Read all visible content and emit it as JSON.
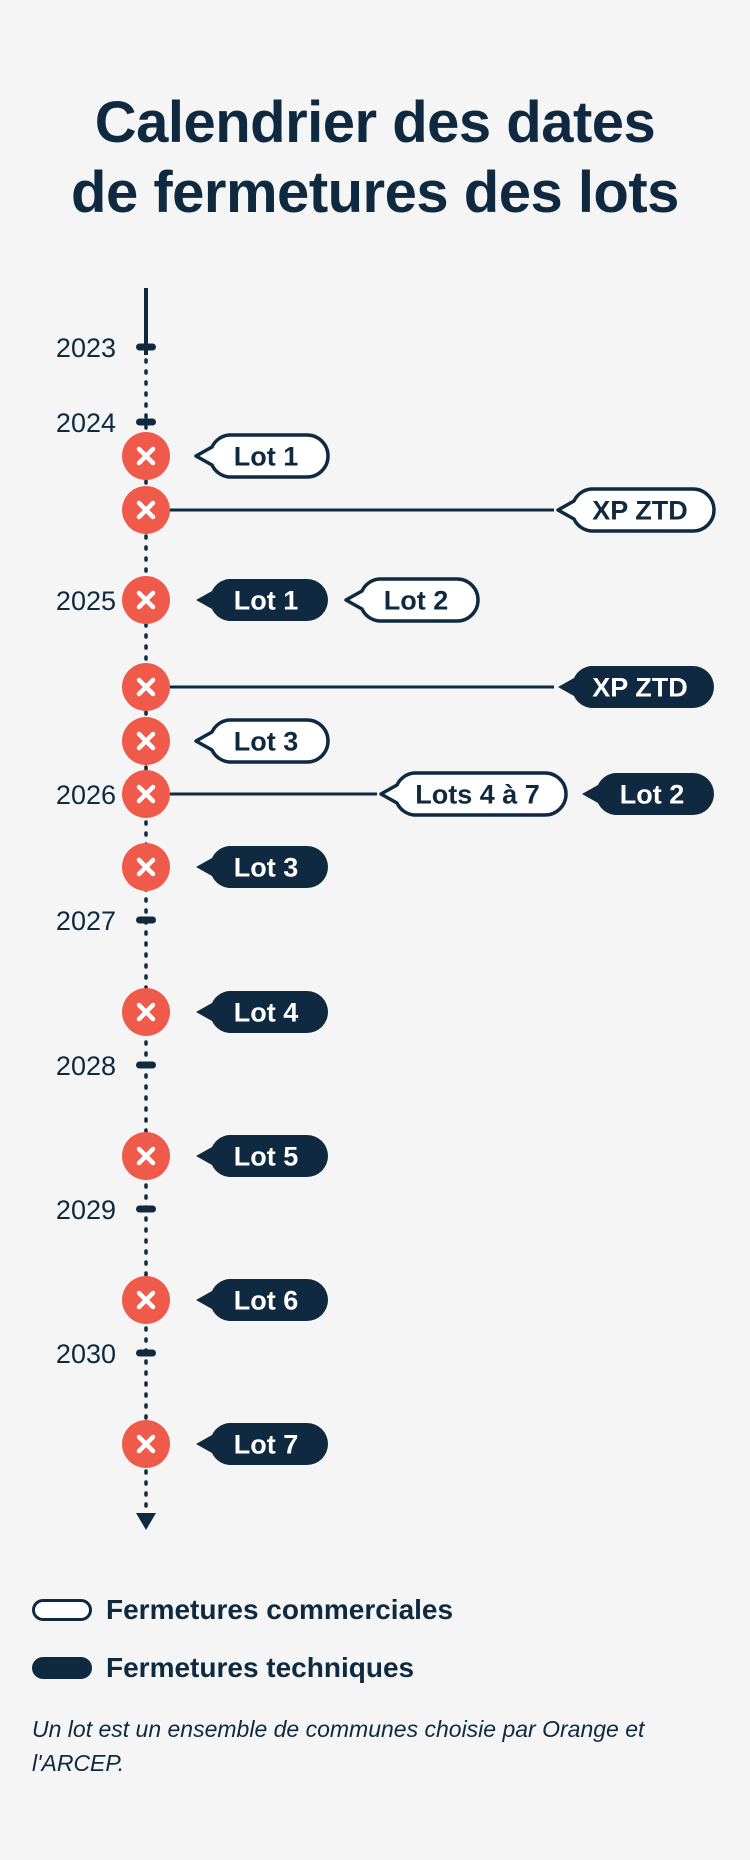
{
  "title": {
    "line1": "Calendrier des dates",
    "line2": "de fermetures des lots"
  },
  "colors": {
    "navy": "#0f2a40",
    "marker": "#f05a4a",
    "background": "#f5f5f5"
  },
  "years": [
    {
      "label": "2023",
      "time": 2023.0
    },
    {
      "label": "2024",
      "time": 2024.0
    },
    {
      "label": "2025",
      "time": 2025.0
    },
    {
      "label": "2026",
      "time": 2026.0
    },
    {
      "label": "2027",
      "time": 2027.0
    },
    {
      "label": "2028",
      "time": 2028.0
    },
    {
      "label": "2029",
      "time": 2029.0
    },
    {
      "label": "2030",
      "time": 2030.0
    }
  ],
  "events": [
    {
      "id": "e1",
      "time": 2024.25,
      "far": false,
      "labels": [
        {
          "text": "Lot 1",
          "type": "commerciale"
        }
      ]
    },
    {
      "id": "e2",
      "time": 2024.6,
      "far": true,
      "labels": [
        {
          "text": "XP ZTD",
          "type": "commerciale"
        }
      ]
    },
    {
      "id": "e3",
      "time": 2025.0,
      "far": false,
      "labels": [
        {
          "text": "Lot 1",
          "type": "technique"
        },
        {
          "text": "Lot 2",
          "type": "commerciale"
        }
      ]
    },
    {
      "id": "e4",
      "time": 2025.45,
      "far": true,
      "labels": [
        {
          "text": "XP ZTD",
          "type": "technique"
        }
      ]
    },
    {
      "id": "e5",
      "time": 2025.7,
      "far": false,
      "labels": [
        {
          "text": "Lot 3",
          "type": "commerciale"
        }
      ]
    },
    {
      "id": "e6",
      "time": 2026.0,
      "far": true,
      "labels": [
        {
          "text": "Lots 4 à 7",
          "type": "commerciale"
        },
        {
          "text": "Lot 2",
          "type": "technique"
        }
      ]
    },
    {
      "id": "e7",
      "time": 2026.5,
      "far": false,
      "labels": [
        {
          "text": "Lot 3",
          "type": "technique"
        }
      ]
    },
    {
      "id": "e8",
      "time": 2027.5,
      "far": false,
      "labels": [
        {
          "text": "Lot 4",
          "type": "technique"
        }
      ]
    },
    {
      "id": "e9",
      "time": 2028.5,
      "far": false,
      "labels": [
        {
          "text": "Lot 5",
          "type": "technique"
        }
      ]
    },
    {
      "id": "e10",
      "time": 2029.5,
      "far": false,
      "labels": [
        {
          "text": "Lot 6",
          "type": "technique"
        }
      ]
    },
    {
      "id": "e11",
      "time": 2030.5,
      "far": false,
      "labels": [
        {
          "text": "Lot 7",
          "type": "technique"
        }
      ]
    }
  ],
  "legend": [
    {
      "label": "Fermetures commerciales",
      "type": "commerciale"
    },
    {
      "label": "Fermetures techniques",
      "type": "technique"
    }
  ],
  "note": "Un lot est un ensemble de communes choisie par Orange et l'ARCEP."
}
